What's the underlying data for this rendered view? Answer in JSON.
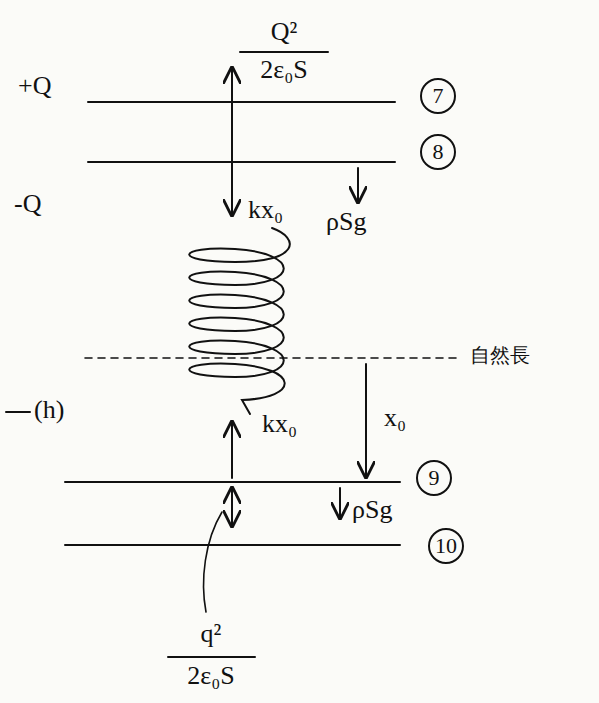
{
  "diagram": {
    "nodes": [
      {
        "text": [
          "7"
        ]
      },
      {
        "text": [
          "8"
        ]
      },
      {
        "text": [
          "9"
        ]
      },
      {
        "text": [
          "10"
        ]
      }
    ],
    "labels": [
      "+Q",
      "Q²",
      "2ε₀S",
      "-Q",
      "kx₀",
      "ρSg",
      "自然長",
      "(h)",
      "kx₀",
      "x₀",
      "ρSg",
      "q²",
      "2ε₀S"
    ]
  }
}
